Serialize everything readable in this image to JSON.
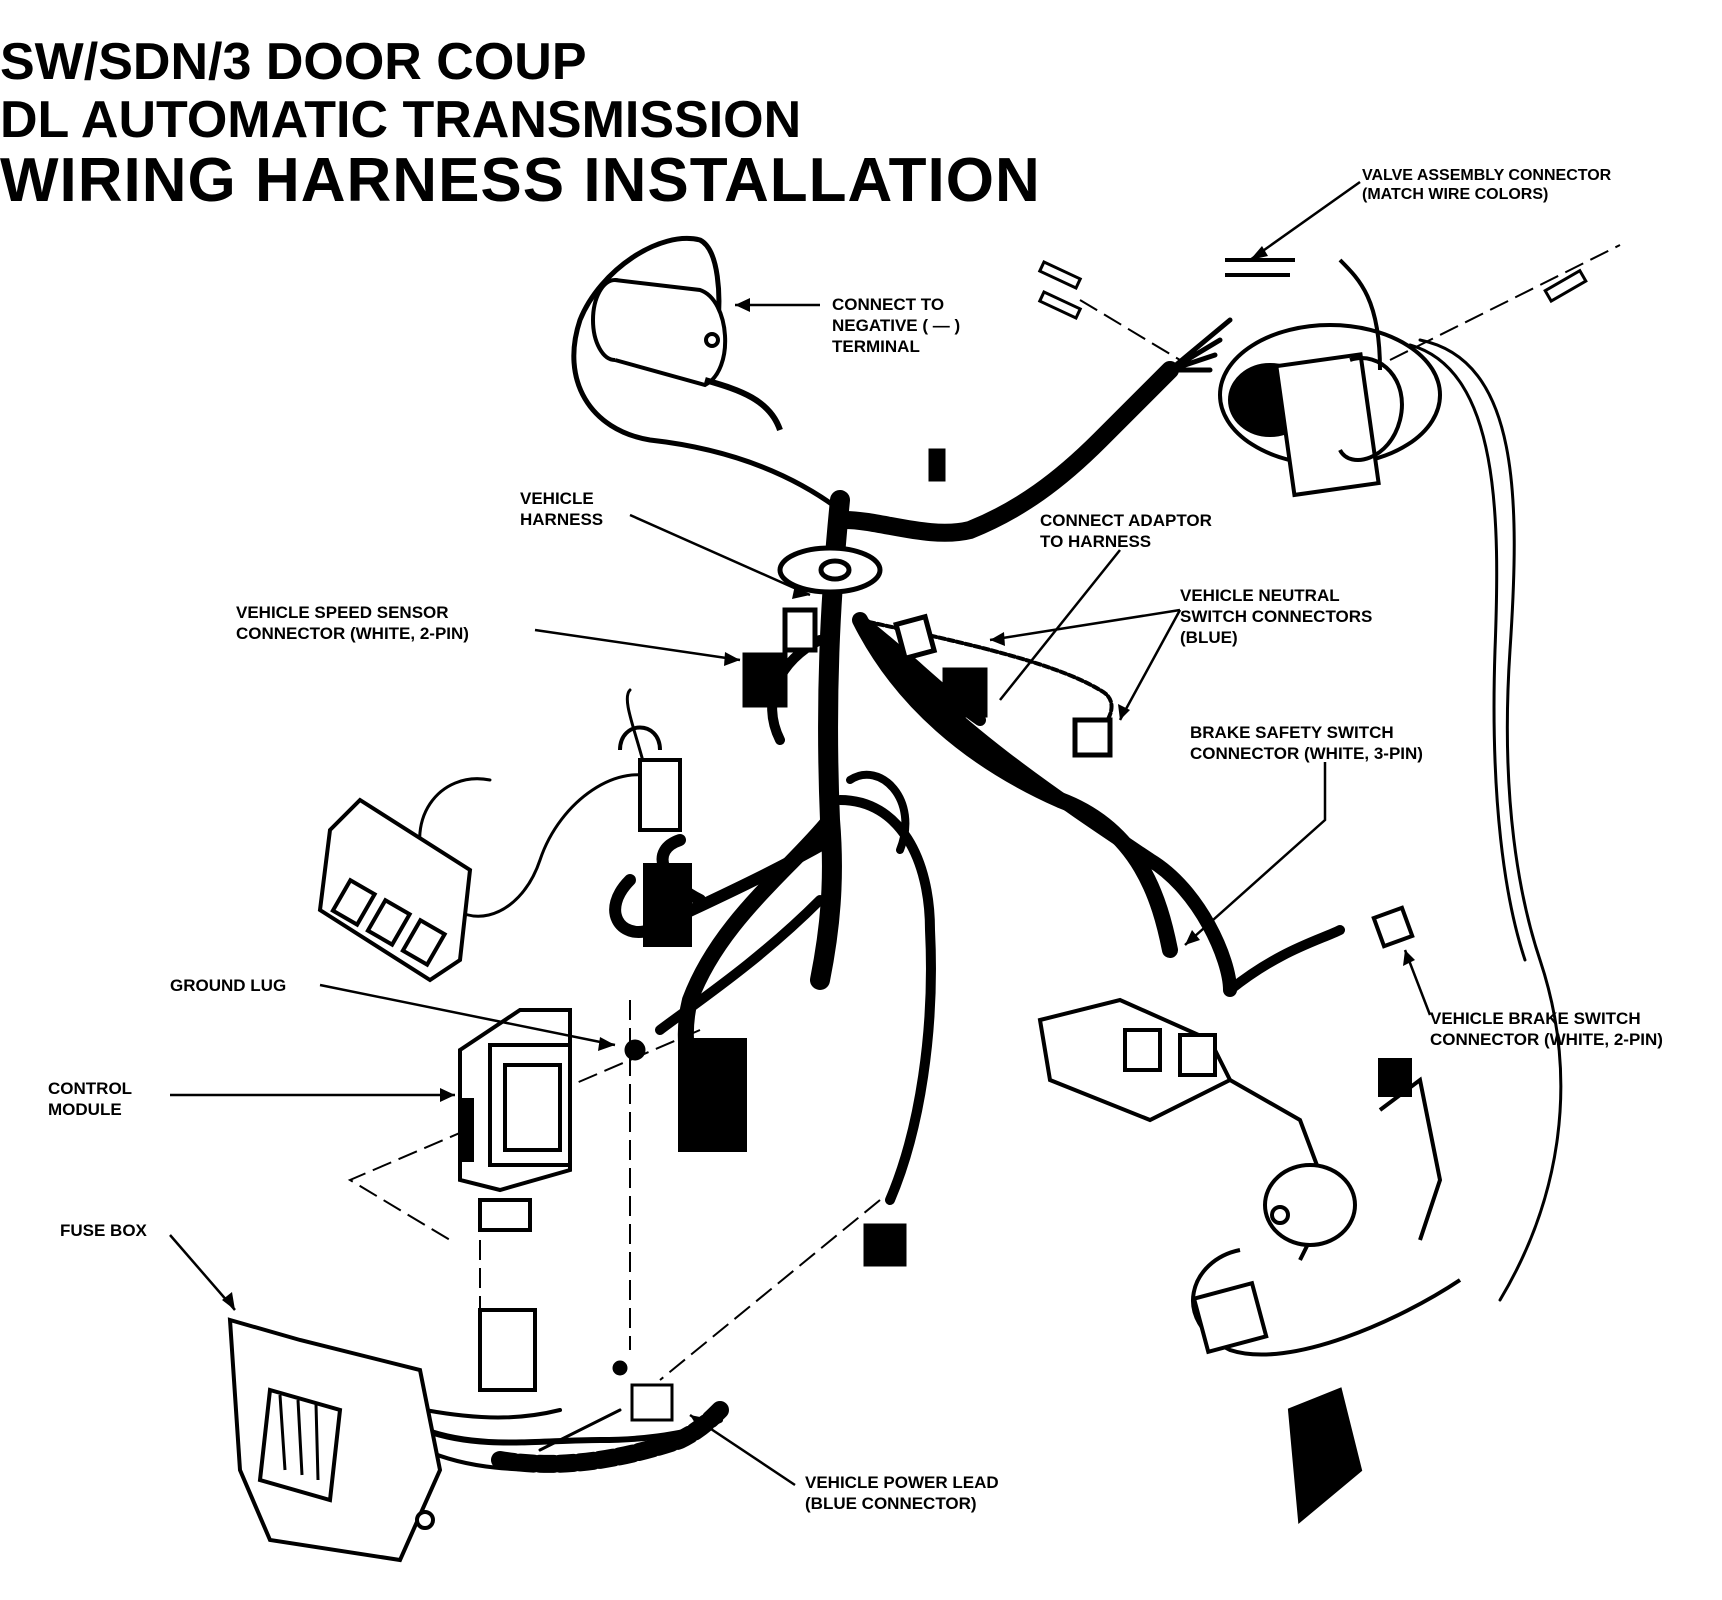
{
  "title": {
    "line1": "SW/SDN/3 DOOR COUP",
    "line2": "DL AUTOMATIC TRANSMISSION",
    "line3": "WIRING HARNESS INSTALLATION"
  },
  "labels": {
    "valve_assembly": "VALVE ASSEMBLY CONNECTOR\n(MATCH WIRE COLORS)",
    "connect_negative": "CONNECT TO\nNEGATIVE ( — )\nTERMINAL",
    "vehicle_harness": "VEHICLE\nHARNESS",
    "connect_adaptor": "CONNECT ADAPTOR\nTO HARNESS",
    "speed_sensor": "VEHICLE SPEED SENSOR\nCONNECTOR (WHITE, 2-PIN)",
    "neutral_switch": "VEHICLE NEUTRAL\nSWITCH CONNECTORS\n(BLUE)",
    "brake_safety": "BRAKE SAFETY SWITCH\nCONNECTOR (WHITE, 3-PIN)",
    "ground_lug": "GROUND LUG",
    "control_module": "CONTROL\nMODULE",
    "brake_switch": "VEHICLE BRAKE SWITCH\nCONNECTOR (WHITE, 2-PIN)",
    "fuse_box": "FUSE BOX",
    "power_lead": "VEHICLE POWER LEAD\n(BLUE CONNECTOR)"
  }
}
